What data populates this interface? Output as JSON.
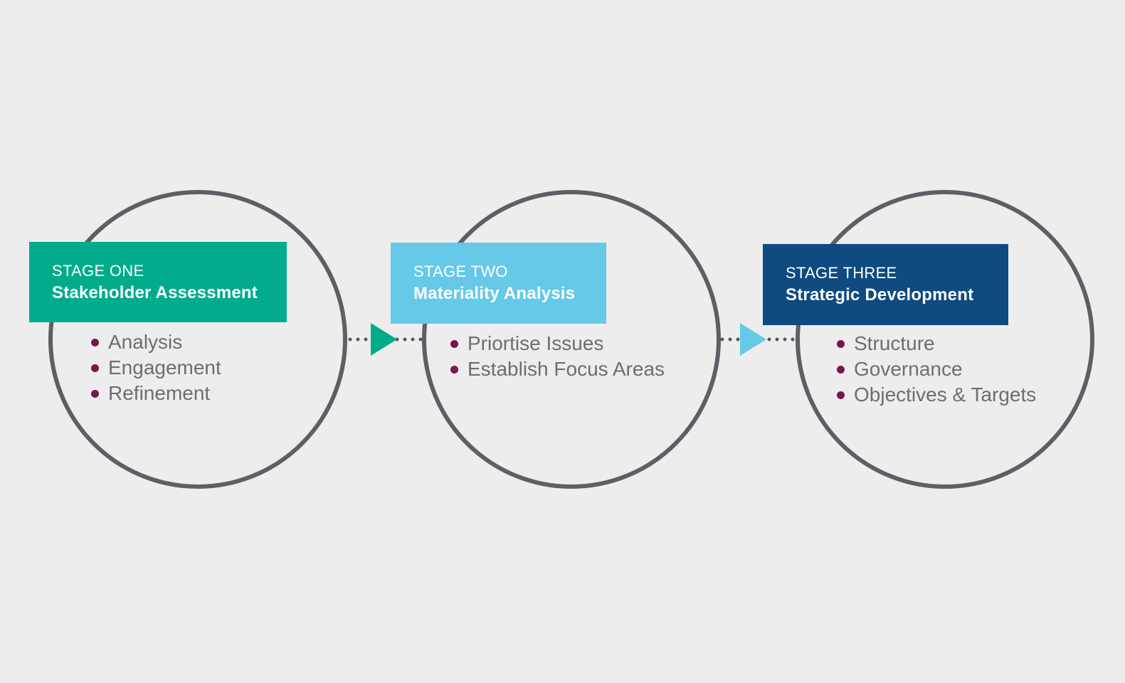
{
  "colors": {
    "background": "#EDEDED",
    "circle_stroke": "#5C6066",
    "connector_dots": "#54575C",
    "bullet": "#77174E",
    "list_text": "#6B6E72",
    "box_text": "#FFFFFF",
    "stage_one_accent": "#02AB8C",
    "stage_two_accent": "#66C9E8",
    "stage_three_accent": "#0F4A80",
    "arrow_one": "#02AB8C",
    "arrow_two": "#66C9E8"
  },
  "stages": [
    {
      "label": "STAGE ONE",
      "title": "Stakeholder Assessment",
      "accent": "#02AB8C",
      "items": [
        "Analysis",
        "Engagement",
        "Refinement"
      ]
    },
    {
      "label": "STAGE TWO",
      "title": "Materiality Analysis",
      "accent": "#66C9E8",
      "items": [
        "Priortise Issues",
        "Establish Focus Areas"
      ]
    },
    {
      "label": "STAGE THREE",
      "title": "Strategic Development",
      "accent": "#0F4A80",
      "items": [
        "Structure",
        "Governance",
        "Objectives & Targets"
      ]
    }
  ],
  "arrows": [
    {
      "name": "arrow-one",
      "color": "#02AB8C",
      "direction": "right"
    },
    {
      "name": "arrow-two",
      "color": "#66C9E8",
      "direction": "right"
    }
  ]
}
